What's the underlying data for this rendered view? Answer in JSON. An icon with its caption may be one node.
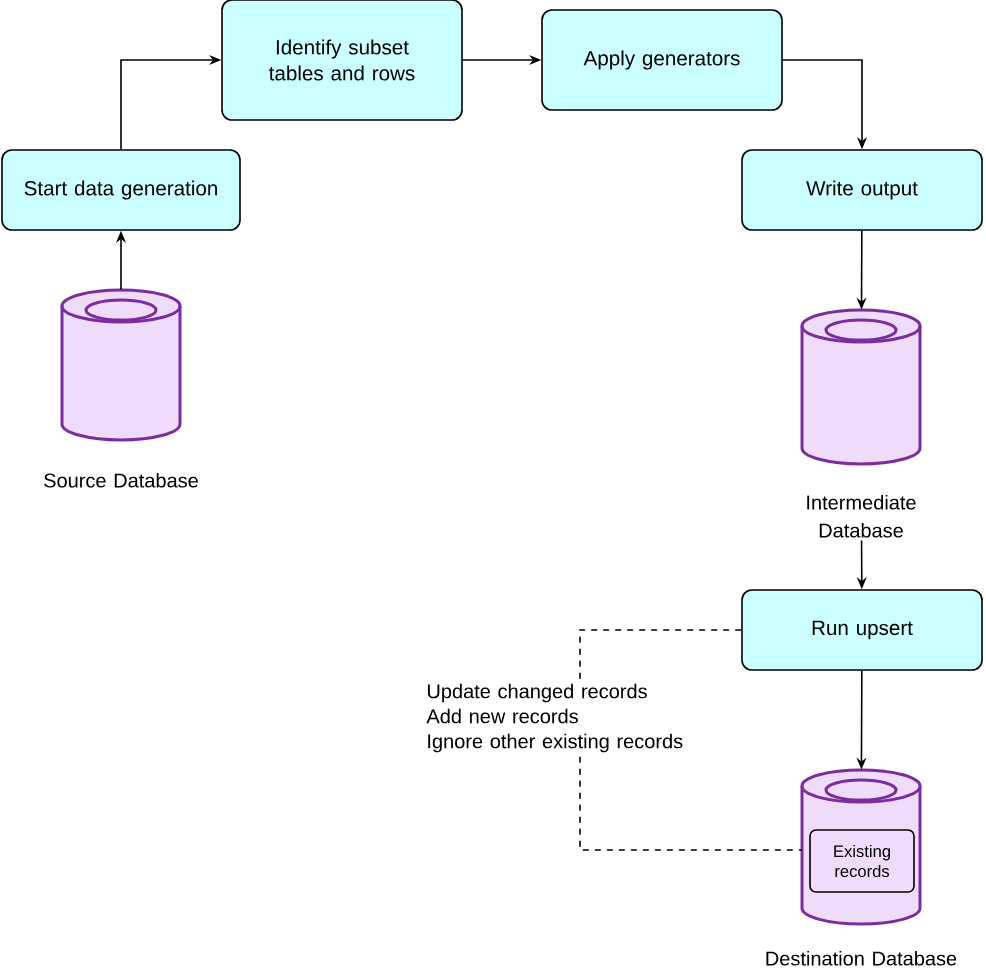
{
  "diagram": {
    "nodes": [
      {
        "text": [
          "Start data generation"
        ]
      },
      {
        "text": [
          "Identify subset tables and rows"
        ]
      },
      {
        "text": [
          "Apply generators"
        ]
      },
      {
        "text": [
          "Write output"
        ]
      },
      {
        "text": [
          "Source Database"
        ]
      },
      {
        "text": [
          "Intermediate Database"
        ]
      },
      {
        "text": [
          "Run upsert"
        ]
      },
      {
        "text": [
          "Destination Database"
        ]
      },
      {
        "text": [
          "Existing records"
        ],
        "in": 7
      }
    ],
    "edges": [
      {
        "from": 4,
        "to": 0,
        "arrow": "to"
      },
      {
        "from": 0,
        "to": 1,
        "arrow": "to"
      },
      {
        "from": 1,
        "to": 2,
        "arrow": "to"
      },
      {
        "from": 2,
        "to": 3,
        "arrow": "to"
      },
      {
        "from": 3,
        "to": 5,
        "arrow": "to"
      },
      {
        "from": 5,
        "to": 6,
        "arrow": "to"
      },
      {
        "from": 6,
        "to": 7,
        "arrow": "to"
      },
      {
        "from": 6,
        "to": 7,
        "arrow": "none",
        "style": "dashed",
        "label": "Update changed records Add new records Ignore other existing records"
      }
    ]
  }
}
